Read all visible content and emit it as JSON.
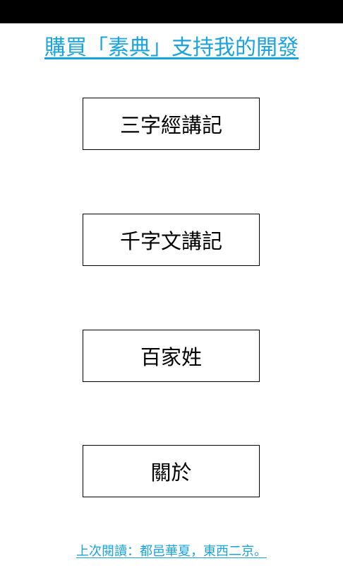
{
  "colors": {
    "link": "#1aa3dc",
    "status_bar": "#000000",
    "border": "#000000",
    "background": "#ffffff"
  },
  "header": {
    "buy_link": "購買「素典」支持我的開發"
  },
  "menu": {
    "items": [
      {
        "label": "三字經講記"
      },
      {
        "label": "千字文講記"
      },
      {
        "label": "百家姓"
      },
      {
        "label": "關於"
      }
    ]
  },
  "footer": {
    "last_read": "上次閱讀：都邑華夏，東西二京。"
  }
}
